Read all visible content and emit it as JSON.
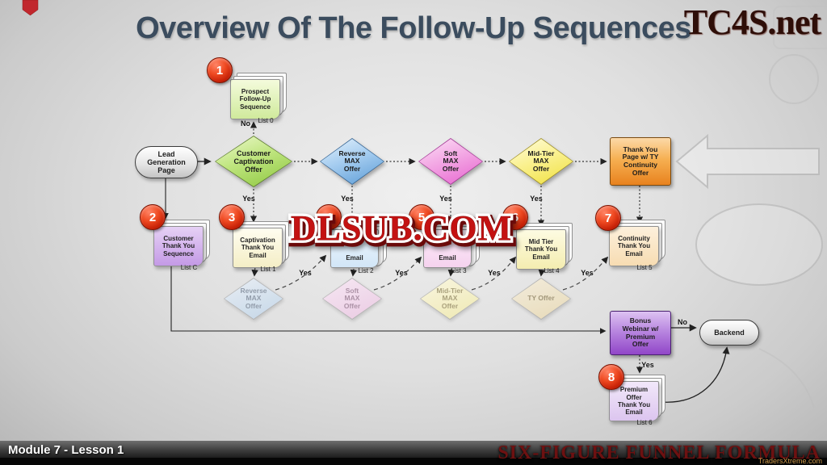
{
  "page": {
    "title": "Overview Of The Follow-Up Sequences"
  },
  "watermarks": {
    "top_right": "TC4S.net",
    "center": "DLSUB.COM",
    "bottom_site": "TradersXtreme.com"
  },
  "footer": {
    "lesson": "Module 7 - Lesson 1",
    "brand": "SIX-FIGURE FUNNEL FORMULA"
  },
  "labels": {
    "yes": "Yes",
    "no": "No"
  },
  "nodes": {
    "lead_gen": {
      "label": "Lead\nGeneration\nPage"
    },
    "captivation": {
      "label": "Customer\nCaptivation\nOffer"
    },
    "reverse_max": {
      "label": "Reverse\nMAX\nOffer"
    },
    "soft_max": {
      "label": "Soft\nMAX\nOffer"
    },
    "mid_tier_max": {
      "label": "Mid-Tier\nMAX\nOffer"
    },
    "ty_page": {
      "label": "Thank You\nPage w/ TY\nContinuity\nOffer"
    },
    "bonus_webinar": {
      "label": "Bonus\nWebinar w/\nPremium\nOffer"
    },
    "backend": {
      "label": "Backend"
    },
    "faded_reverse": {
      "label": "Reverse\nMAX\nOffer"
    },
    "faded_soft": {
      "label": "Soft\nMAX\nOffer"
    },
    "faded_mid_tier": {
      "label": "Mid-Tier\nMAX\nOffer"
    },
    "faded_ty": {
      "label": "TY Offer"
    }
  },
  "sequences": {
    "s1": {
      "badge": "1",
      "label": "Prospect\nFollow-Up\nSequence",
      "list": "List 0"
    },
    "s2": {
      "badge": "2",
      "label": "Customer\nThank You\nSequence",
      "list": "List C"
    },
    "s3": {
      "badge": "3",
      "label": "Captivation\nThank You\nEmail",
      "list": "List 1"
    },
    "s4": {
      "badge": "4",
      "label": "Email",
      "list": "List 2"
    },
    "s5": {
      "badge": "5",
      "label": "Email",
      "list": "List 3"
    },
    "s6": {
      "badge": "6",
      "label": "Mid Tier\nThank You\nEmail",
      "list": "List 4"
    },
    "s7": {
      "badge": "7",
      "label": "Continuity\nThank You\nEmail",
      "list": "List 5"
    },
    "s8": {
      "badge": "8",
      "label": "Premium\nOffer\nThank You\nEmail",
      "list": "List 6"
    }
  },
  "colors": {
    "badge_red": "#d83012",
    "title_slate": "#3b4c5e",
    "watermark_red": "#c41212",
    "brand_red": "#6d1111",
    "captivation_green": "#8cc63e",
    "reverse_blue": "#5b9bd5",
    "soft_pink": "#e663cf",
    "mid_tier_yellow": "#efdf3e",
    "ty_orange": "#e8821e",
    "bonus_purple": "#9146c8"
  }
}
